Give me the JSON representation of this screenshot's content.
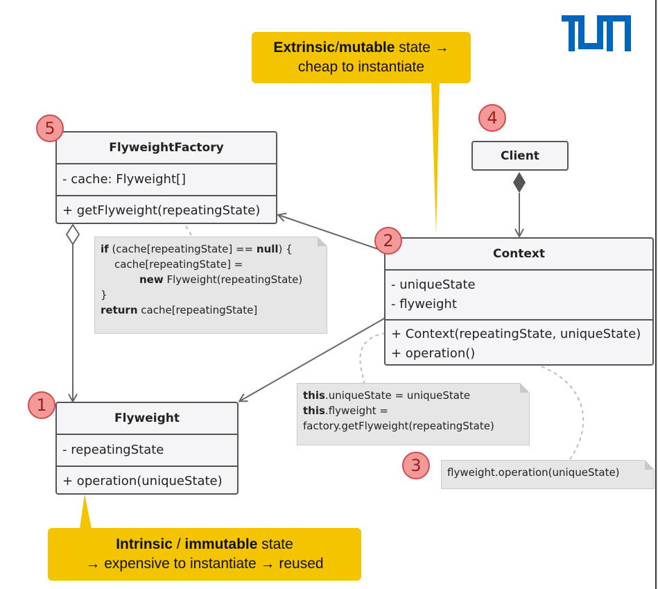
{
  "logo": {
    "text": "TUM",
    "color": "#0065bd"
  },
  "colors": {
    "callout": "#f4c400",
    "badge_fill": "#f29a9a",
    "badge_stroke": "#d24a4a",
    "note_bg": "#e6e6e6"
  },
  "callouts": {
    "top": {
      "line1_b1": "Extrinsic",
      "line1_sep": "/",
      "line1_b2": "mutable",
      "line1_rest": " state →",
      "line2": "cheap to instantiate"
    },
    "bottom": {
      "line1_b1": "Intrinsic",
      "line1_sep": " / ",
      "line1_b2": "immutable",
      "line1_rest": " state",
      "line2": "→ expensive to instantiate → reused"
    }
  },
  "badges": {
    "b1": "1",
    "b2": "2",
    "b3": "3",
    "b4": "4",
    "b5": "5"
  },
  "classes": {
    "factory": {
      "name": "FlyweightFactory",
      "fields": [
        "- cache: Flyweight[]"
      ],
      "methods": [
        "+ getFlyweight(repeatingState)"
      ]
    },
    "client": {
      "name": "Client"
    },
    "context": {
      "name": "Context",
      "fields": [
        "- uniqueState",
        "- flyweight"
      ],
      "methods": [
        "+ Context(repeatingState, uniqueState)",
        "+ operation()"
      ]
    },
    "flyweight": {
      "name": "Flyweight",
      "fields": [
        "- repeatingState"
      ],
      "methods": [
        "+ operation(uniqueState)"
      ]
    }
  },
  "notes": {
    "factory": {
      "l1_kw": "if",
      "l1_rest": " (cache[repeatingState] == ",
      "l1_kw2": "null",
      "l1_end": ") {",
      "l2": "cache[repeatingState] =",
      "l3_kw": "new",
      "l3_rest": " Flyweight(repeatingState)",
      "l4": "}",
      "l5_kw": "return",
      "l5_rest": " cache[repeatingState]"
    },
    "context": {
      "l1_kw": "this",
      "l1_rest": ".uniqueState = uniqueState",
      "l2_kw": "this",
      "l2_rest": ".flyweight =",
      "l3": "factory.getFlyweight(repeatingState)"
    },
    "operation": {
      "l1": "flyweight.operation(uniqueState)"
    }
  }
}
